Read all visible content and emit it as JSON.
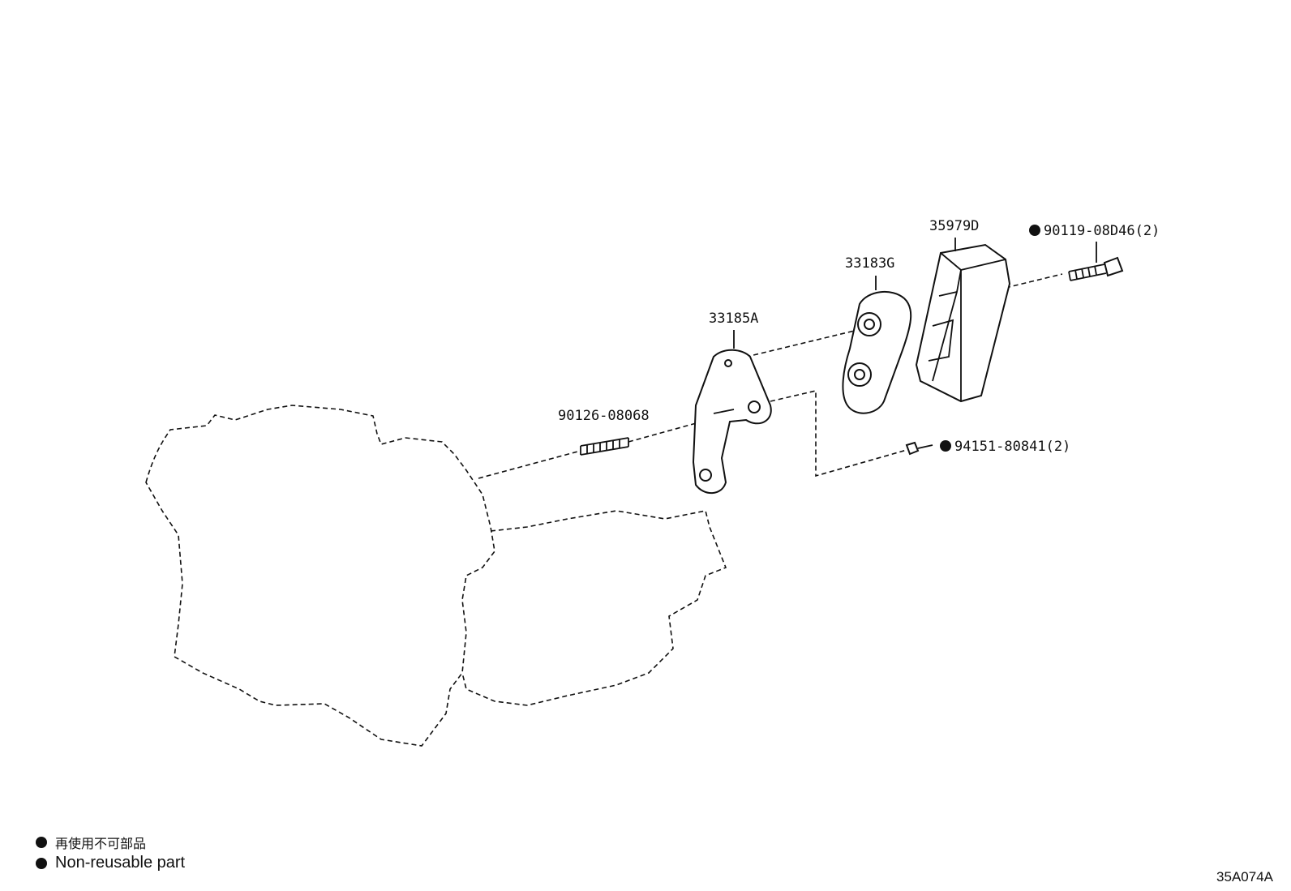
{
  "parts": {
    "p35979D": "35979D",
    "p90119": "90119-08D46(2)",
    "p33183G": "33183G",
    "p33185A": "33185A",
    "p90126": "90126-08068",
    "p94151": "94151-80841(2)"
  },
  "legend": {
    "ja": "再使用不可部品",
    "en": "Non-reusable part"
  },
  "diagram_code": "35A074A"
}
